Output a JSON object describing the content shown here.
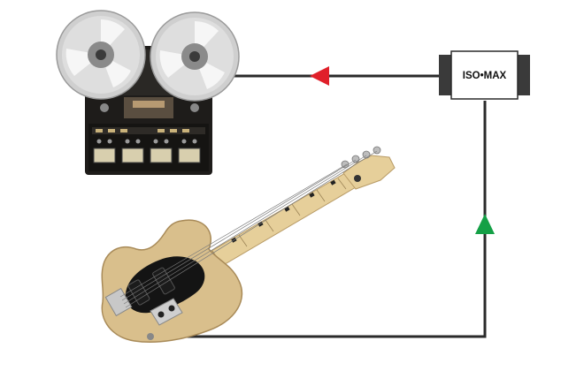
{
  "diagram": {
    "device_label": "ISO•MAX",
    "nodes": [
      {
        "id": "tape-recorder",
        "kind": "reel-to-reel-tape-recorder",
        "label": ""
      },
      {
        "id": "iso-max",
        "kind": "isolation-transformer-box",
        "label": "ISO•MAX"
      },
      {
        "id": "bass-guitar",
        "kind": "electric-bass-guitar",
        "label": ""
      }
    ],
    "connections": [
      {
        "from": "bass-guitar",
        "to": "iso-max",
        "arrow_color": "#14a046"
      },
      {
        "from": "iso-max",
        "to": "tape-recorder",
        "arrow_color": "#e0202a"
      }
    ],
    "colors": {
      "cable": "#2a2a2a",
      "arrow_in": "#14a046",
      "arrow_out": "#e0202a",
      "recorder_body": "#1e1c1a",
      "reel": "#c9c9c9",
      "guitar_body": "#d9bf8c",
      "pickguard": "#141414",
      "neck": "#e6cf9a"
    }
  }
}
